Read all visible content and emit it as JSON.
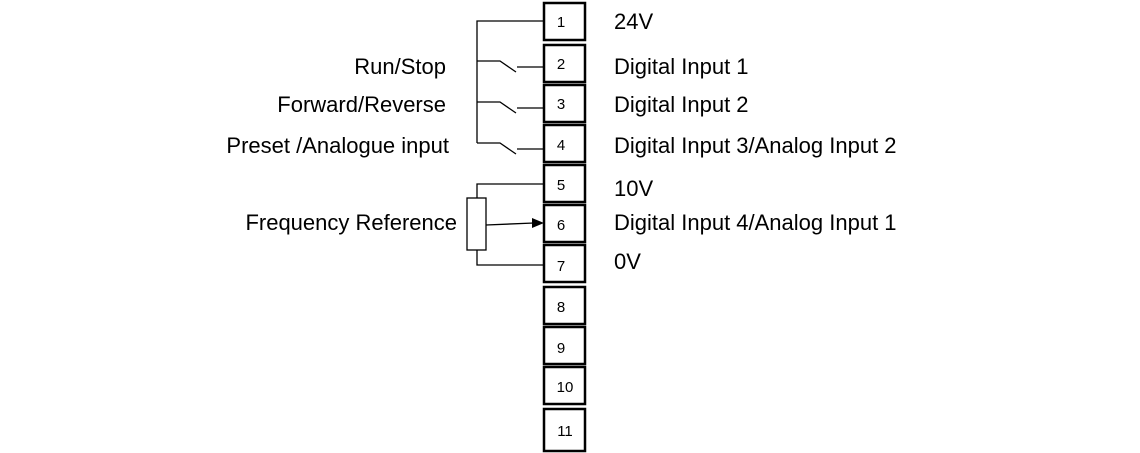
{
  "terminals": [
    "1",
    "2",
    "3",
    "4",
    "5",
    "6",
    "7",
    "8",
    "9",
    "10",
    "11"
  ],
  "signals": {
    "t1": "24V",
    "t2": "Digital Input 1",
    "t3": "Digital Input 2",
    "t4": "Digital Input 3/Analog Input 2",
    "t5": "10V",
    "t6": "Digital Input 4/Analog Input 1",
    "t7": "0V"
  },
  "functions": {
    "run_stop": "Run/Stop",
    "forward_reverse": "Forward/Reverse",
    "preset_analogue": "Preset /Analogue input",
    "frequency_reference": "Frequency Reference"
  },
  "colors": {
    "line": "#000000",
    "background": "#ffffff"
  }
}
